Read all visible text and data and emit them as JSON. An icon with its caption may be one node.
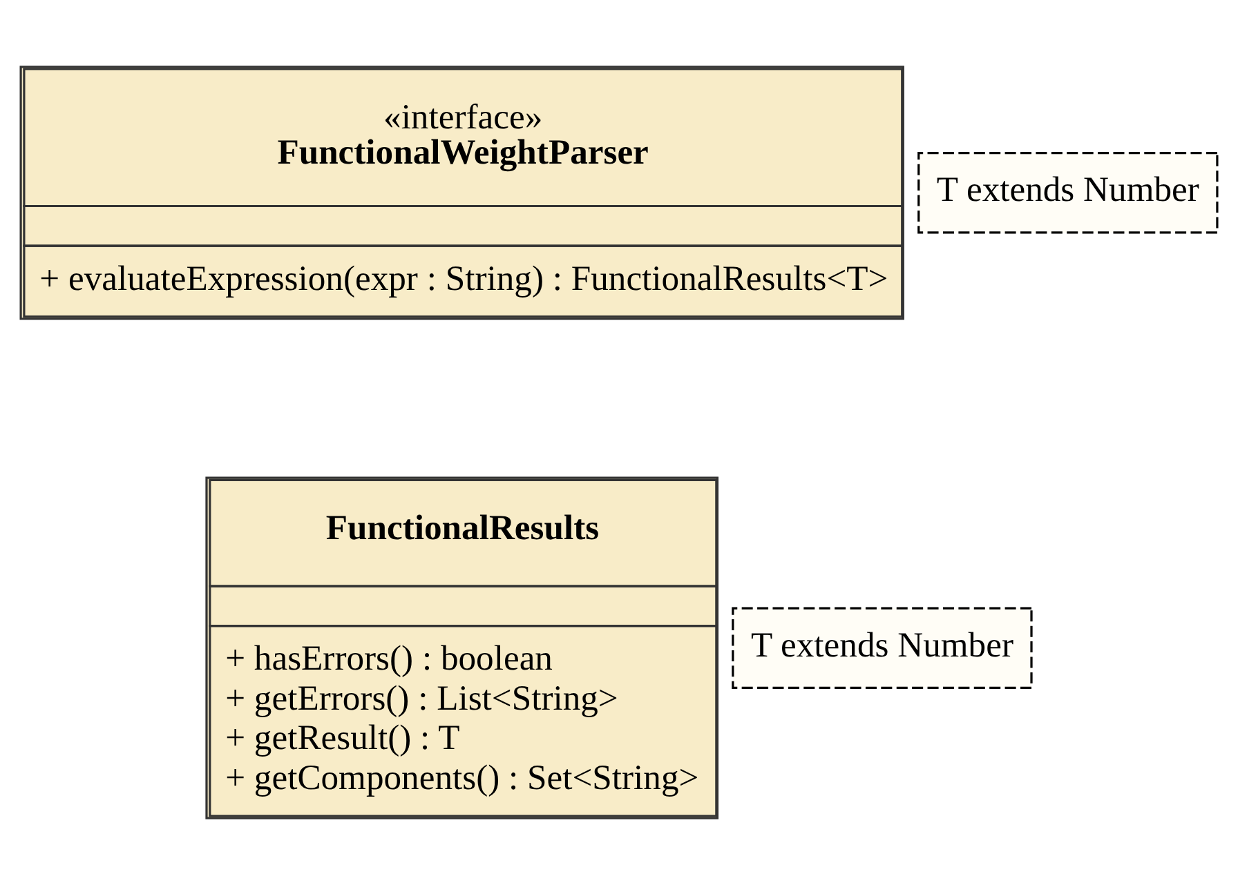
{
  "diagram": {
    "nodes": [
      {
        "text": [
          "«interface»",
          "FunctionalWeightParser",
          "+ evaluateExpression(expr : String) : FunctionalResults<T>"
        ]
      },
      {
        "text": [
          "T extends Number"
        ]
      },
      {
        "text": [
          "FunctionalResults",
          "+ hasErrors() : boolean",
          "+ getErrors() : List<String>",
          "+ getResult() : T",
          "+ getComponents() : Set<String>"
        ]
      },
      {
        "text": [
          "T extends Number"
        ]
      }
    ]
  }
}
